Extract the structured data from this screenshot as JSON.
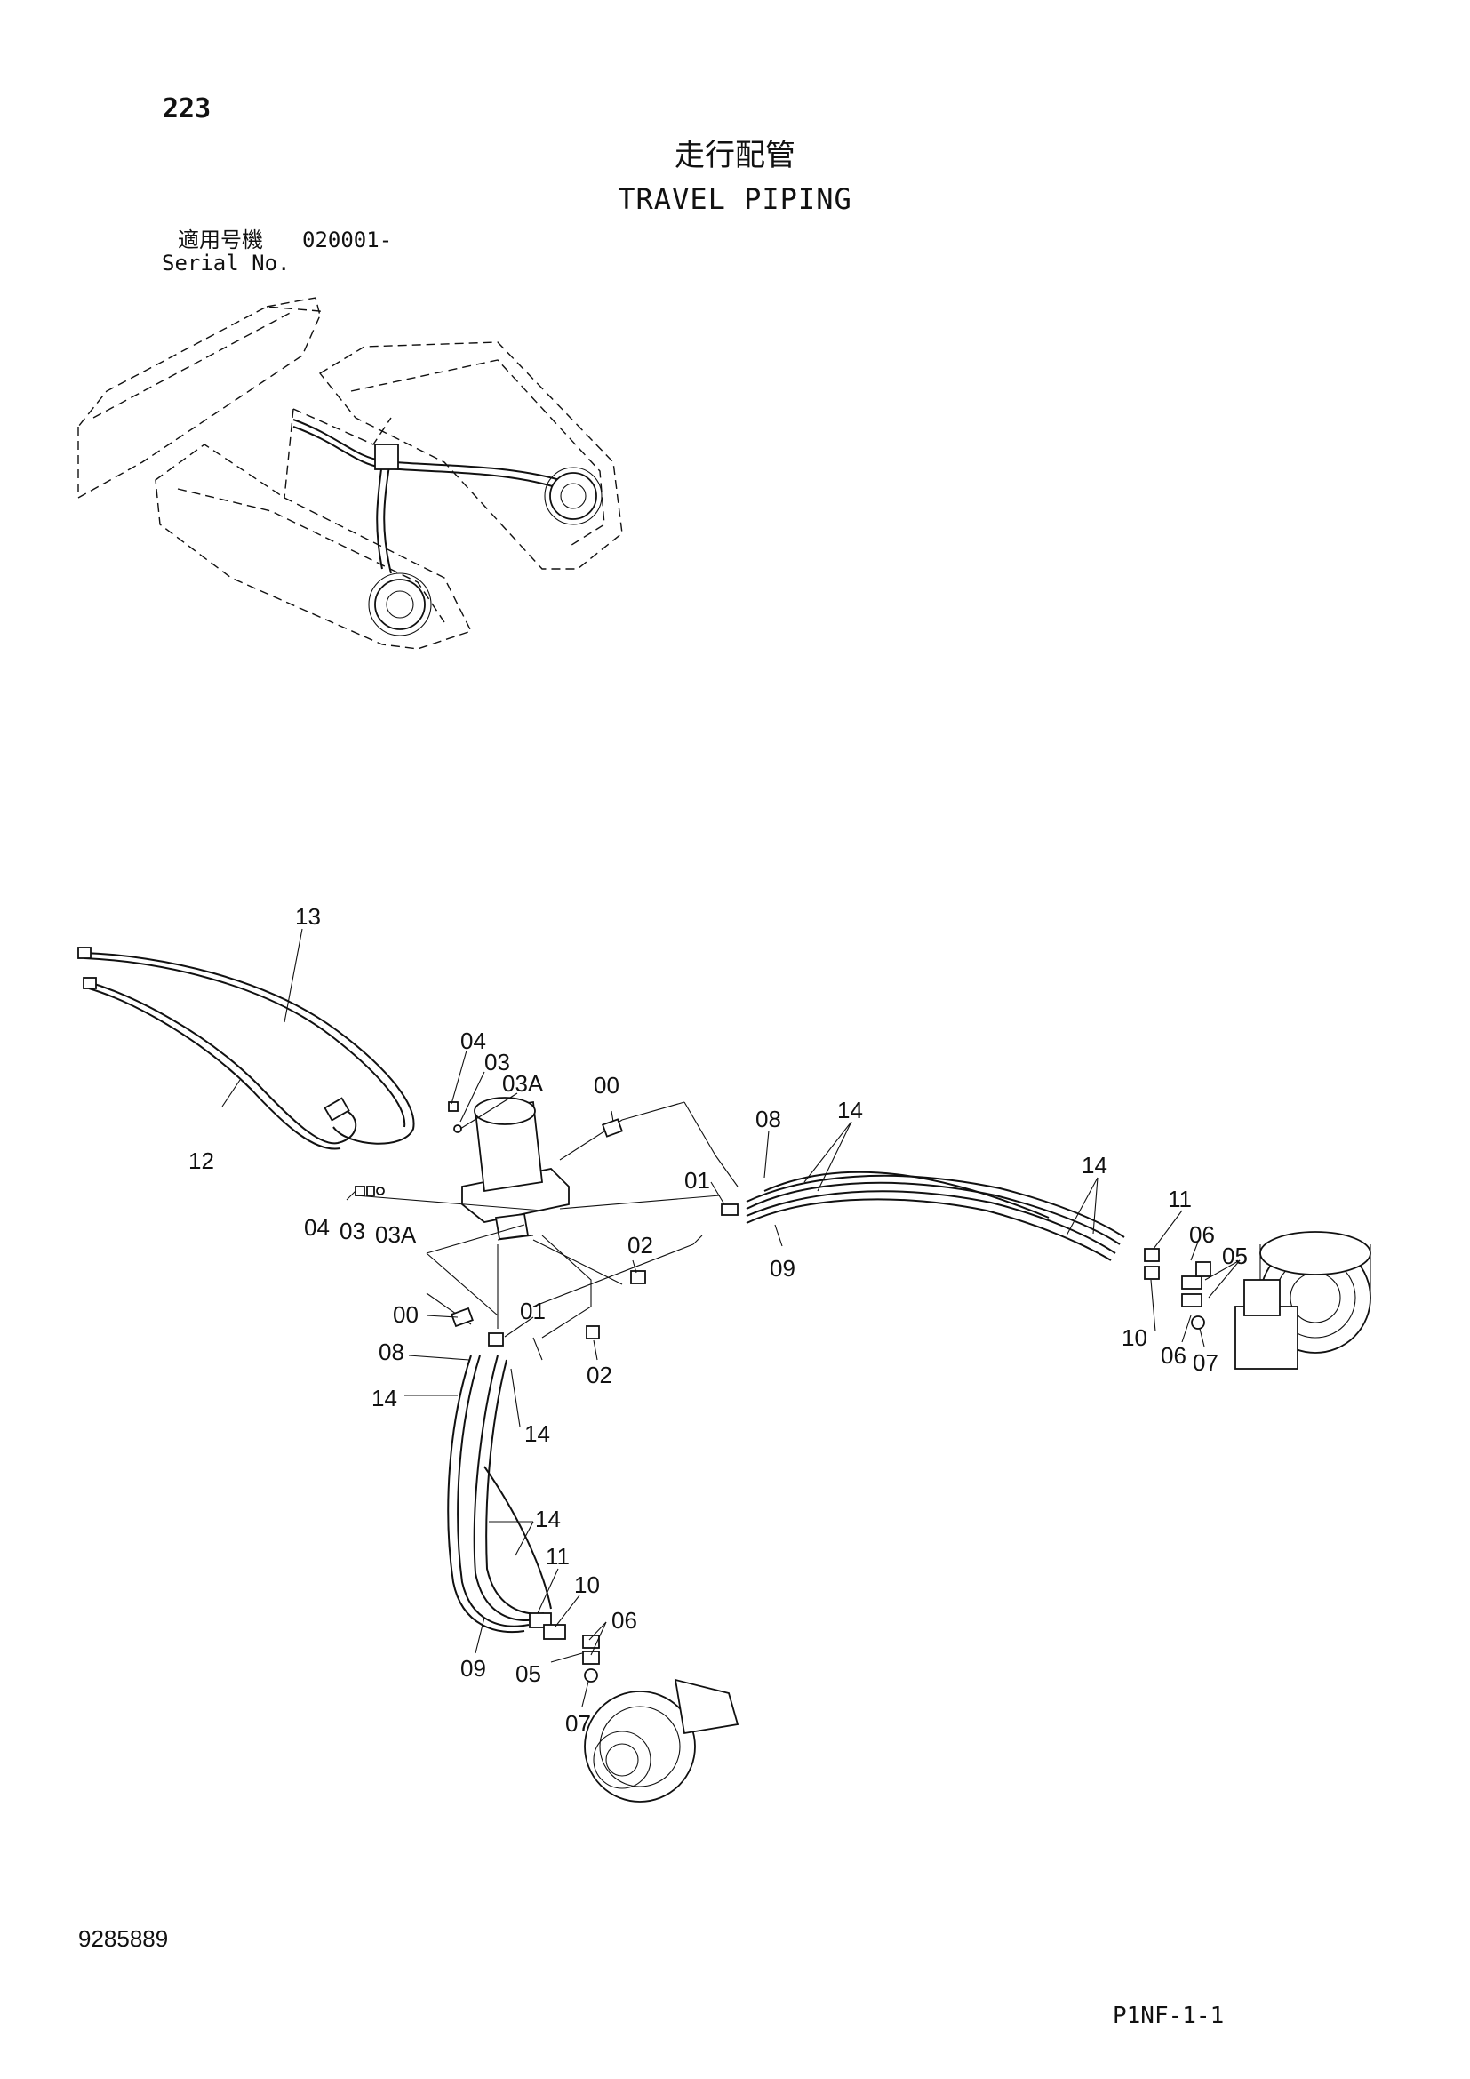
{
  "header": {
    "page_number": "223",
    "title_jp": "走行配管",
    "title_en": "TRAVEL PIPING",
    "serial_label_jp": "適用号機",
    "serial_value": "020001-",
    "serial_label_en": "Serial No."
  },
  "footer": {
    "drawing_number": "9285889",
    "page_code": "P1NF-1-1"
  },
  "callouts": {
    "c13": "13",
    "c12": "12",
    "c04a": "04",
    "c03a": "03",
    "c03Aa": "03A",
    "c00a": "00",
    "c04b": "04",
    "c03b": "03",
    "c03Ab": "03A",
    "c08a": "08",
    "c14a": "14",
    "c01a": "01",
    "c09a": "09",
    "c02a": "02",
    "c14b": "14",
    "c11a": "11",
    "c06a": "06",
    "c05a": "05",
    "c10a": "10",
    "c06b": "06",
    "c07a": "07",
    "c00b": "00",
    "c01b": "01",
    "c08b": "08",
    "c02b": "02",
    "c14c": "14",
    "c14d": "14",
    "c14e": "14",
    "c11b": "11",
    "c10b": "10",
    "c06c": "06",
    "c09b": "09",
    "c05b": "05",
    "c07b": "07"
  }
}
